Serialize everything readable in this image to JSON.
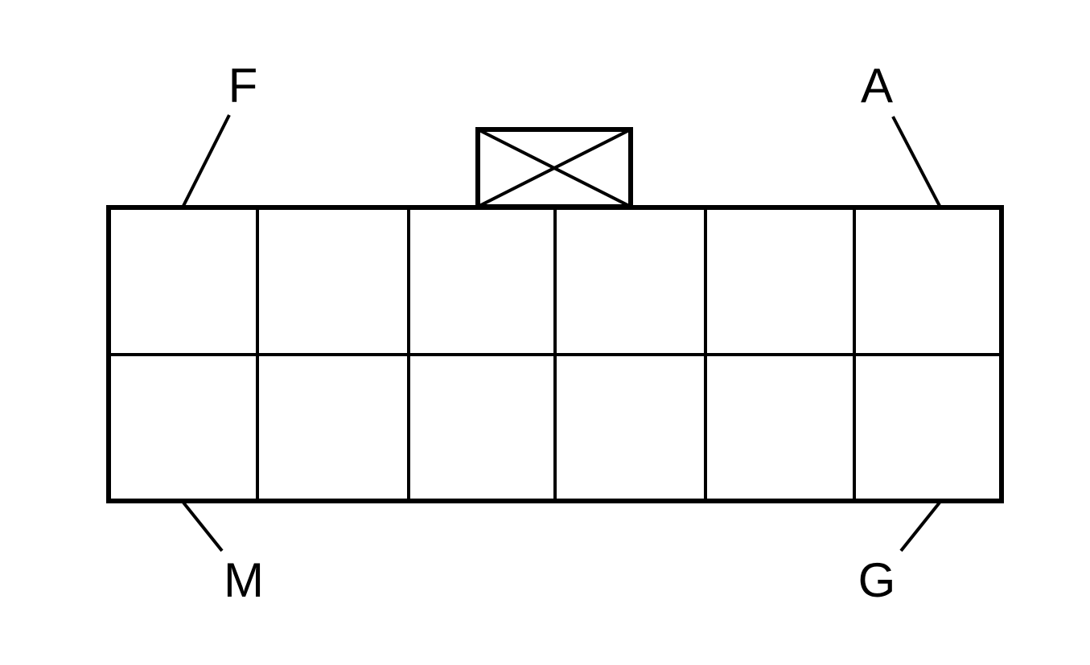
{
  "diagram": {
    "labels": {
      "top_left": "F",
      "top_right": "A",
      "bottom_left": "M",
      "bottom_right": "G"
    },
    "grid": {
      "rows": 2,
      "columns": 6
    },
    "colors": {
      "line": "#000000",
      "background": "#ffffff"
    }
  }
}
